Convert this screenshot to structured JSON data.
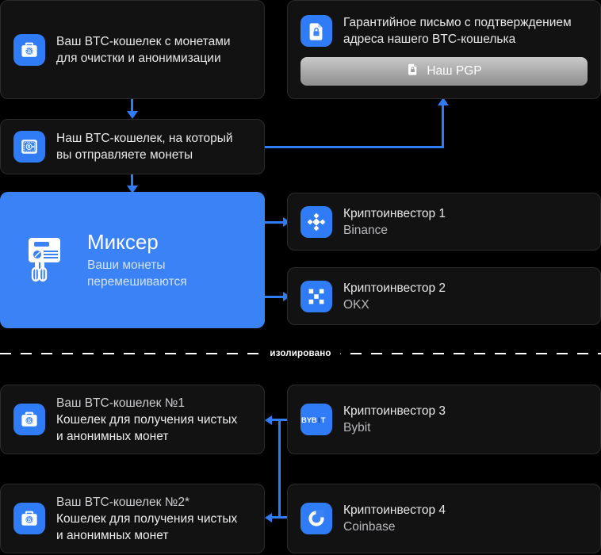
{
  "diagram": {
    "divider_label": "изолировано",
    "accent_color": "#2f7cf6",
    "mixer_color": "#3b82f6",
    "card_bg": "#121212",
    "page_bg": "#000000"
  },
  "left": {
    "source_wallet": {
      "icon": "btc-wallet-icon",
      "line1": "Ваш BTC-кошелек с монетами",
      "line2": "для очистки и анонимизации"
    },
    "our_wallet": {
      "icon": "safe-vault-icon",
      "line1": "Наш BTC-кошелек, на который",
      "line2": "вы отправляете монеты"
    },
    "mixer": {
      "icon": "mixer-icon",
      "title": "Миксер",
      "sub_line1": "Ваши монеты",
      "sub_line2": "перемешиваются"
    },
    "clean_wallets": [
      {
        "icon": "btc-wallet-icon",
        "title": "Ваш BTC-кошелек №1",
        "line2": "Кошелек для получения чистых",
        "line3": "и анонимных монет"
      },
      {
        "icon": "btc-wallet-icon",
        "title": "Ваш BTC-кошелек №2*",
        "line2": "Кошелек для получения чистых",
        "line3": "и анонимных монет"
      }
    ]
  },
  "right": {
    "guarantee": {
      "icon": "document-lock-icon",
      "line1": "Гарантийное письмо с подтверждением",
      "line2": "адреса нашего BTC-кошелька",
      "button_label": "Наш PGP",
      "button_icon": "document-lock-small-icon"
    },
    "investors": [
      {
        "icon": "binance-icon",
        "title": "Криптоинвестор 1",
        "exchange": "Binance"
      },
      {
        "icon": "okx-icon",
        "title": "Криптоинвестор 2",
        "exchange": "OKX"
      },
      {
        "icon": "bybit-icon",
        "title": "Криптоинвестор 3",
        "exchange": "Bybit"
      },
      {
        "icon": "coinbase-icon",
        "title": "Криптоинвестор 4",
        "exchange": "Coinbase"
      }
    ]
  }
}
